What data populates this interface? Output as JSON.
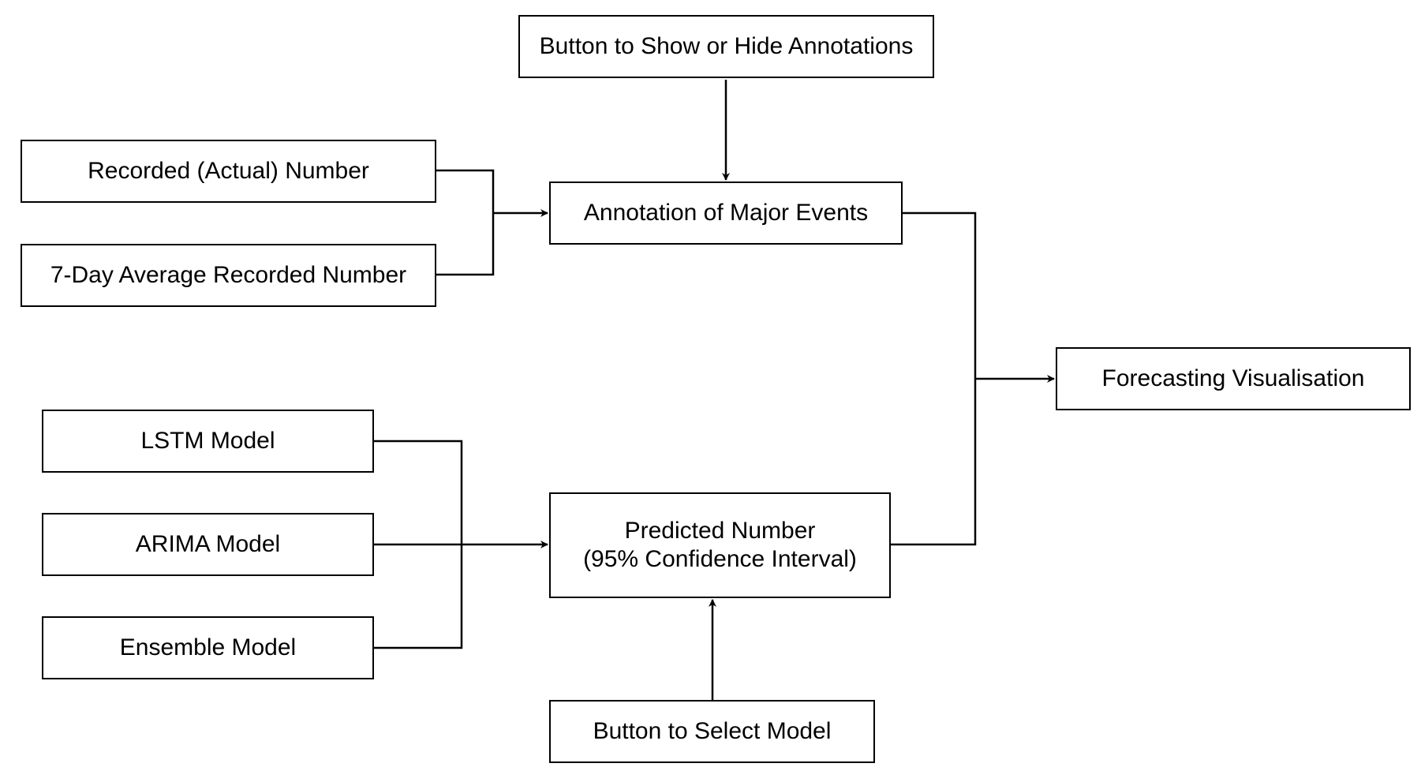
{
  "diagram": {
    "colors": {
      "stroke": "#000000",
      "background": "#ffffff",
      "text": "#000000"
    },
    "nodes": {
      "toggle_annotations": {
        "label": "Button to Show or Hide Annotations"
      },
      "recorded_number": {
        "label": "Recorded (Actual) Number"
      },
      "avg_7day": {
        "label": "7-Day Average Recorded Number"
      },
      "annotation_events": {
        "label": "Annotation of Major Events"
      },
      "forecast_vis": {
        "label": "Forecasting Visualisation"
      },
      "lstm": {
        "label": "LSTM Model"
      },
      "arima": {
        "label": "ARIMA Model"
      },
      "ensemble": {
        "label": "Ensemble Model"
      },
      "predicted": {
        "label_line1": "Predicted Number",
        "label_line2": "(95% Confidence Interval)"
      },
      "select_model": {
        "label": "Button to Select Model"
      }
    },
    "edges": [
      {
        "from": "toggle_annotations",
        "to": "annotation_events"
      },
      {
        "from": "recorded_number",
        "to": "annotation_events"
      },
      {
        "from": "avg_7day",
        "to": "annotation_events"
      },
      {
        "from": "annotation_events",
        "to": "forecast_vis"
      },
      {
        "from": "lstm",
        "to": "predicted"
      },
      {
        "from": "arima",
        "to": "predicted"
      },
      {
        "from": "ensemble",
        "to": "predicted"
      },
      {
        "from": "predicted",
        "to": "forecast_vis"
      },
      {
        "from": "select_model",
        "to": "predicted"
      }
    ]
  }
}
